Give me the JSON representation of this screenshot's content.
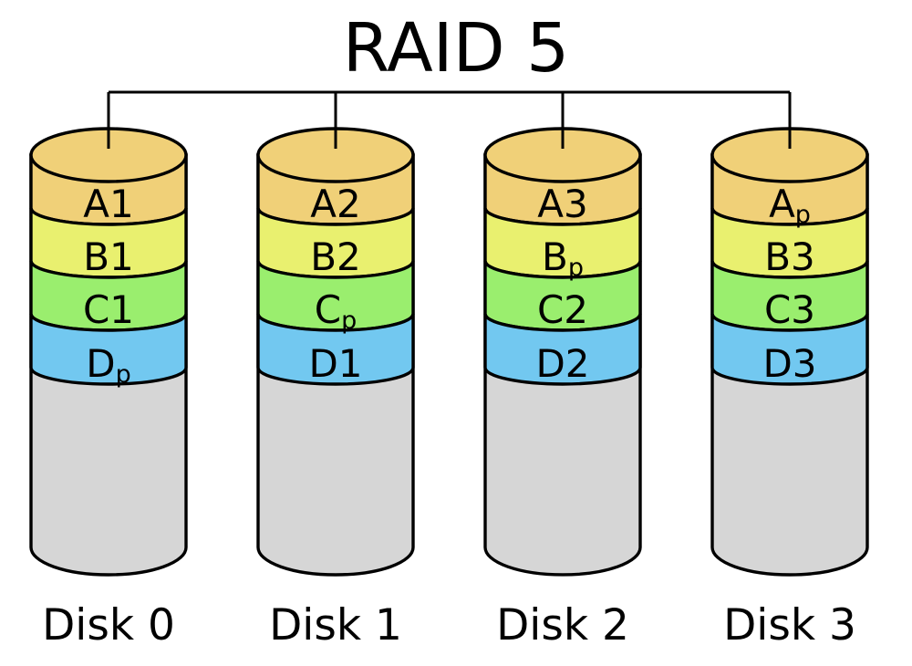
{
  "title": "RAID 5",
  "background": "#ffffff",
  "line_color": "#000000",
  "text_color": "#000000",
  "block_colors": {
    "A": "#f0d078",
    "B": "#e9f06f",
    "C": "#9aee6e",
    "D": "#72c8f0",
    "body": "#d6d6d6"
  },
  "disks": [
    {
      "label": "Disk 0",
      "blocks": [
        {
          "base": "A",
          "index": "1",
          "parity": false
        },
        {
          "base": "B",
          "index": "1",
          "parity": false
        },
        {
          "base": "C",
          "index": "1",
          "parity": false
        },
        {
          "base": "D",
          "index": "p",
          "parity": true
        }
      ]
    },
    {
      "label": "Disk 1",
      "blocks": [
        {
          "base": "A",
          "index": "2",
          "parity": false
        },
        {
          "base": "B",
          "index": "2",
          "parity": false
        },
        {
          "base": "C",
          "index": "p",
          "parity": true
        },
        {
          "base": "D",
          "index": "1",
          "parity": false
        }
      ]
    },
    {
      "label": "Disk 2",
      "blocks": [
        {
          "base": "A",
          "index": "3",
          "parity": false
        },
        {
          "base": "B",
          "index": "p",
          "parity": true
        },
        {
          "base": "C",
          "index": "2",
          "parity": false
        },
        {
          "base": "D",
          "index": "2",
          "parity": false
        }
      ]
    },
    {
      "label": "Disk 3",
      "blocks": [
        {
          "base": "A",
          "index": "p",
          "parity": true
        },
        {
          "base": "B",
          "index": "3",
          "parity": false
        },
        {
          "base": "C",
          "index": "3",
          "parity": false
        },
        {
          "base": "D",
          "index": "3",
          "parity": false
        }
      ]
    }
  ]
}
